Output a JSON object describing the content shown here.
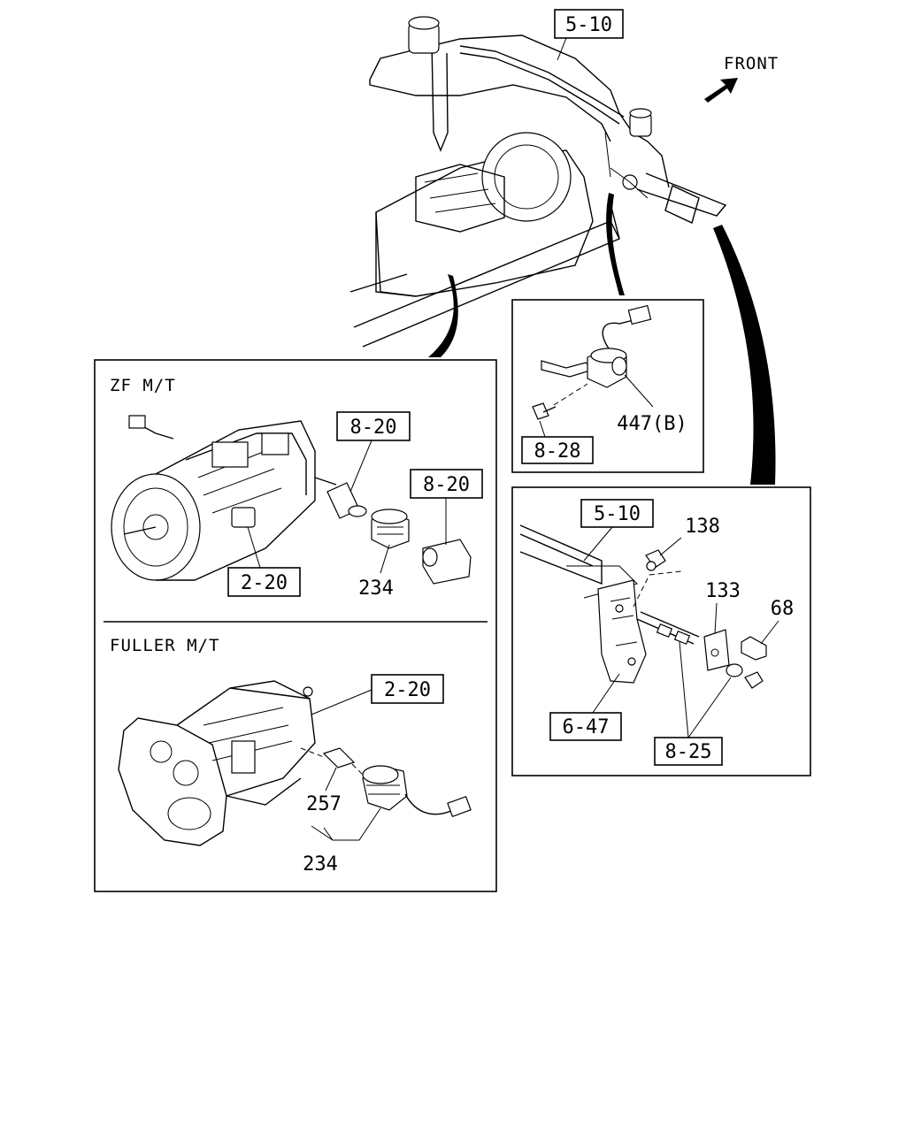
{
  "labels": {
    "top_5_10": "5-10",
    "front": "FRONT",
    "zf_title": "ZF M/T",
    "zf_8_20_a": "8-20",
    "zf_8_20_b": "8-20",
    "zf_2_20": "2-20",
    "zf_234": "234",
    "fuller_title": "FULLER M/T",
    "fuller_2_20": "2-20",
    "fuller_257": "257",
    "fuller_234": "234",
    "sw_447b": "447(B)",
    "sw_8_28": "8-28",
    "br_5_10": "5-10",
    "br_138": "138",
    "br_133": "133",
    "br_68": "68",
    "br_6_47": "6-47",
    "br_8_25": "8-25"
  },
  "icons": {
    "front_arrow": "arrow-up-right-icon"
  }
}
